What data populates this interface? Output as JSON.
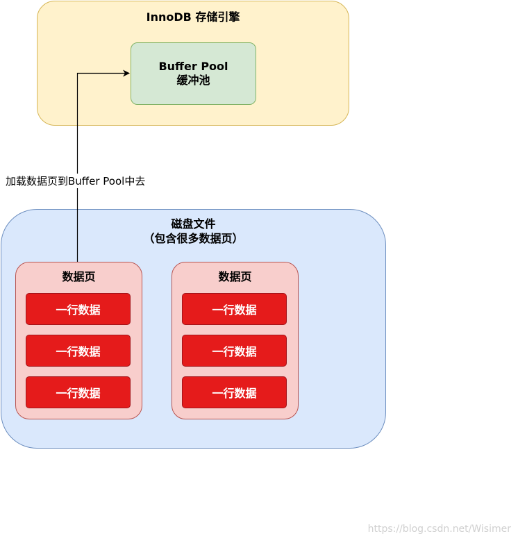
{
  "engine": {
    "title": "InnoDB 存储引擎"
  },
  "buffer_pool": {
    "line1": "Buffer Pool",
    "line2": "缓冲池"
  },
  "arrow": {
    "label": "加载数据页到Buffer Pool中去"
  },
  "disk": {
    "title_line1": "磁盘文件",
    "title_line2": "（包含很多数据页）"
  },
  "pages": [
    {
      "title": "数据页",
      "rows": [
        "一行数据",
        "一行数据",
        "一行数据"
      ]
    },
    {
      "title": "数据页",
      "rows": [
        "一行数据",
        "一行数据",
        "一行数据"
      ]
    }
  ],
  "watermark": "https://blog.csdn.net/Wisimer",
  "colors": {
    "engine_fill": "#fff2cc",
    "engine_stroke": "#d6b656",
    "buffer_fill": "#d5e8d4",
    "buffer_stroke": "#82b366",
    "disk_fill": "#dae8fc",
    "disk_stroke": "#6c8ebf",
    "page_fill": "#f8cecc",
    "page_stroke": "#b85450",
    "row_fill": "#e51b1b"
  }
}
